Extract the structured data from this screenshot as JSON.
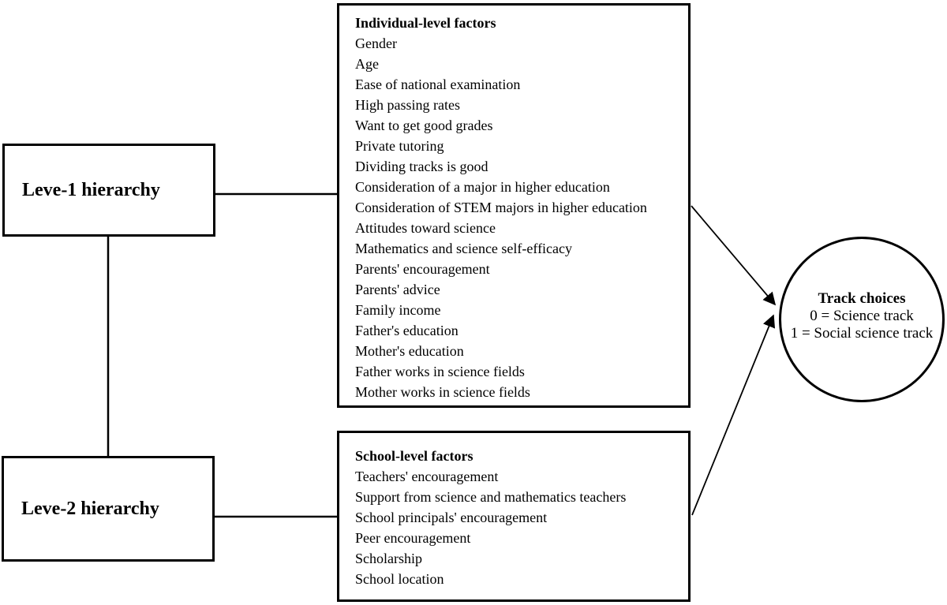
{
  "level1_box": {
    "label": "Leve-1 hierarchy"
  },
  "level2_box": {
    "label": "Leve-2 hierarchy"
  },
  "individual_box": {
    "title": "Individual-level factors",
    "items": [
      "Gender",
      "Age",
      "Ease of national examination",
      "High passing rates",
      "Want to get good grades",
      "Private tutoring",
      "Dividing tracks is good",
      "Consideration of a major in higher education",
      "Consideration of STEM majors in higher education",
      "Attitudes toward science",
      "Mathematics and science self-efficacy",
      "Parents' encouragement",
      "Parents' advice",
      "Family income",
      "Father's education",
      "Mother's education",
      "Father works in science fields",
      "Mother works in science fields"
    ]
  },
  "school_box": {
    "title": "School-level factors",
    "items": [
      "Teachers' encouragement",
      "Support from science and mathematics teachers",
      "School principals' encouragement",
      "Peer encouragement",
      "Scholarship",
      "School location"
    ]
  },
  "outcome_circle": {
    "title": "Track choices",
    "line1": "0 = Science track",
    "line2": "1 = Social science track"
  },
  "colors": {
    "stroke": "#000000",
    "background": "#ffffff"
  }
}
